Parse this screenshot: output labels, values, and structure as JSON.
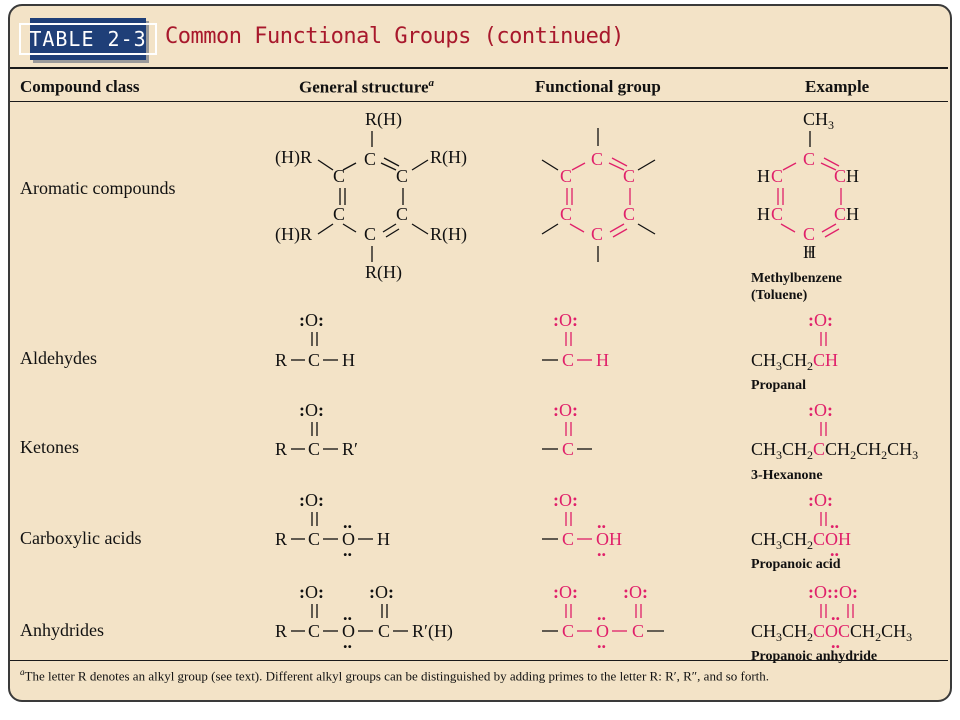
{
  "badge": "TABLE 2-3",
  "title": "Common Functional Groups (continued)",
  "columns": {
    "compound_class": "Compound class",
    "general_structure": "General structure",
    "general_structure_sup": "a",
    "functional_group": "Functional group",
    "example": "Example"
  },
  "rows": [
    {
      "class": "Aromatic compounds",
      "example_name": "Methylbenzene",
      "example_name2": "(Toluene)"
    },
    {
      "class": "Aldehydes",
      "example_name": "Propanal"
    },
    {
      "class": "Ketones",
      "example_name": "3-Hexanone"
    },
    {
      "class": "Carboxylic acids",
      "example_name": "Propanoic acid"
    },
    {
      "class": "Anhydrides",
      "example_name": "Propanoic anhydride"
    }
  ],
  "footnote": {
    "sup": "a",
    "text": "The letter R denotes an alkyl group (see text). Different alkyl groups can be distinguished by adding primes to the letter R: R′, R″, and so forth."
  },
  "colors": {
    "functional": "#e0206a",
    "badge": "#1f3f78",
    "title": "#a8182c",
    "panel": "#f3e3c7"
  }
}
